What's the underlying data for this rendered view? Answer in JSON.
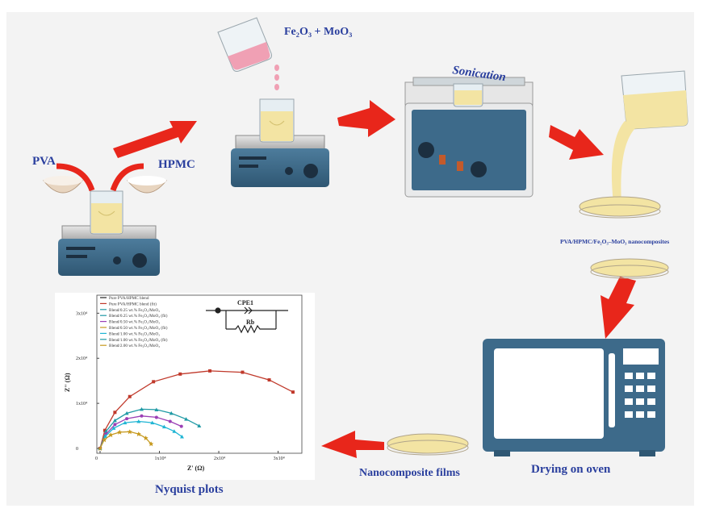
{
  "labels": {
    "pva": "PVA",
    "hpmc": "HPMC",
    "oxides": "Fe₂O₃ + MoO₃",
    "sonication": "Sonication",
    "nanocomposites": "PVA/HPMC/Fe₂O₃–MoO₃ nanocomposites",
    "films": "Nanocomposite films",
    "drying": "Drying on oven",
    "nyquist": "Nyquist plots"
  },
  "colors": {
    "arrow": "#e8261b",
    "label_blue": "#2a3f9e",
    "steel_blue": "#3d6a8a",
    "solution": "#f3e4a3",
    "pink": "#f0a0b4"
  },
  "chart_data": {
    "type": "scatter",
    "xlabel": "Z' (Ω)",
    "ylabel": "Z'' (Ω)",
    "xlim": [
      0,
      34000
    ],
    "ylim": [
      0,
      34000
    ],
    "x_ticks": [
      {
        "v": 0,
        "label": "0"
      },
      {
        "v": 10000,
        "label": "1x10⁴"
      },
      {
        "v": 20000,
        "label": "2x10⁴"
      },
      {
        "v": 30000,
        "label": "3x10⁴"
      }
    ],
    "y_ticks": [
      {
        "v": 0,
        "label": "0"
      },
      {
        "v": 10000,
        "label": "1x10⁴"
      },
      {
        "v": 20000,
        "label": "2x10⁴"
      },
      {
        "v": 30000,
        "label": "3x10⁴"
      }
    ],
    "legend": [
      "Pure PVA/HPMC blend",
      "Pure PVA/HPMC blend (fit)",
      "Blend/0.25 wt.% Fe₂O₃/MoO₃",
      "Blend/0.25 wt.% Fe₂O₃/MoO₃ (fit)",
      "Blend/0.50 wt.% Fe₂O₃/MoO₃",
      "Blend/0.50 wt.% Fe₂O₃/MoO₃ (fit)",
      "Blend/1.00 wt.% Fe₂O₃/MoO₃",
      "Blend/1.00 wt.% Fe₂O₃/MoO₃ (fit)",
      "Blend/2.00 wt.% Fe₂O₃/MoO₃"
    ],
    "circuit": {
      "element": "CPE1",
      "resistor": "Rb"
    },
    "series": [
      {
        "color": "#c0392b",
        "marker": "square",
        "points": [
          [
            0,
            0
          ],
          [
            800,
            4000
          ],
          [
            2500,
            8000
          ],
          [
            5000,
            11500
          ],
          [
            9000,
            14800
          ],
          [
            13500,
            16500
          ],
          [
            18500,
            17200
          ],
          [
            24000,
            16900
          ],
          [
            28500,
            15200
          ],
          [
            32500,
            12500
          ]
        ]
      },
      {
        "color": "#1f9aa5",
        "marker": "triangle",
        "points": [
          [
            0,
            0
          ],
          [
            1000,
            3800
          ],
          [
            2500,
            6200
          ],
          [
            4500,
            7800
          ],
          [
            7000,
            8700
          ],
          [
            9500,
            8600
          ],
          [
            12000,
            7800
          ],
          [
            14500,
            6500
          ],
          [
            16700,
            5000
          ]
        ]
      },
      {
        "color": "#9b3fb5",
        "marker": "circle",
        "points": [
          [
            0,
            0
          ],
          [
            1000,
            3200
          ],
          [
            2500,
            5300
          ],
          [
            4500,
            6600
          ],
          [
            7000,
            7200
          ],
          [
            9500,
            6900
          ],
          [
            11800,
            6000
          ],
          [
            13700,
            4900
          ]
        ]
      },
      {
        "color": "#1fb5d4",
        "marker": "triangle",
        "points": [
          [
            0,
            0
          ],
          [
            900,
            2700
          ],
          [
            2300,
            4500
          ],
          [
            4200,
            5700
          ],
          [
            6500,
            6000
          ],
          [
            8800,
            5700
          ],
          [
            10800,
            4800
          ],
          [
            12500,
            3800
          ],
          [
            13800,
            2600
          ]
        ]
      },
      {
        "color": "#c79a20",
        "marker": "star",
        "points": [
          [
            0,
            0
          ],
          [
            700,
            1900
          ],
          [
            1800,
            3000
          ],
          [
            3300,
            3600
          ],
          [
            5000,
            3700
          ],
          [
            6500,
            3200
          ],
          [
            7700,
            2300
          ],
          [
            8600,
            1000
          ]
        ]
      }
    ]
  }
}
